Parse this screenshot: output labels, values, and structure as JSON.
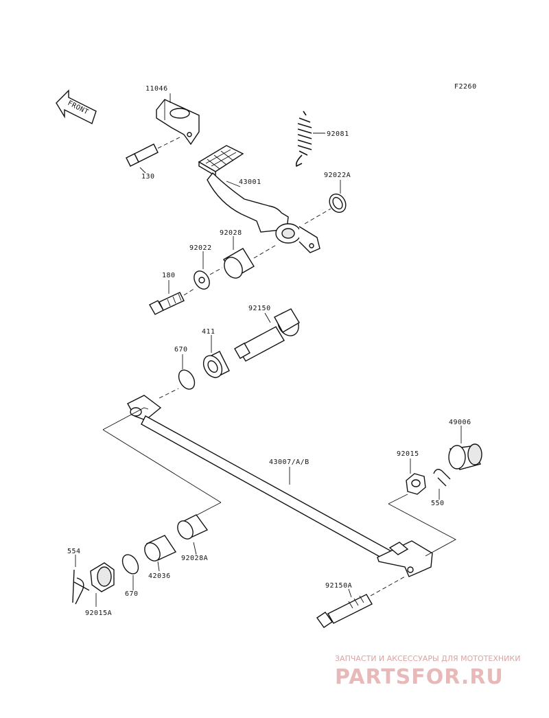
{
  "diagram": {
    "code": "F2260",
    "front_label": "FRONT",
    "parts": {
      "p11046": "11046",
      "p130": "130",
      "p92081": "92081",
      "p43001": "43001",
      "p92022A": "92022A",
      "p92028": "92028",
      "p92022": "92022",
      "p180": "180",
      "p92150": "92150",
      "p411": "411",
      "p670a": "670",
      "p49006": "49006",
      "p92015": "92015",
      "p43007": "43007/A/B",
      "p550": "550",
      "p554": "554",
      "p670b": "670",
      "p42036": "42036",
      "p92028A": "92028A",
      "p92015A": "92015A",
      "p92150A": "92150A"
    }
  },
  "watermark": {
    "tagline": "ЗАПЧАСТИ И АКСЕССУАРЫ ДЛЯ МОТОТЕХНИКИ",
    "brand": "PARTSFOR.RU"
  }
}
